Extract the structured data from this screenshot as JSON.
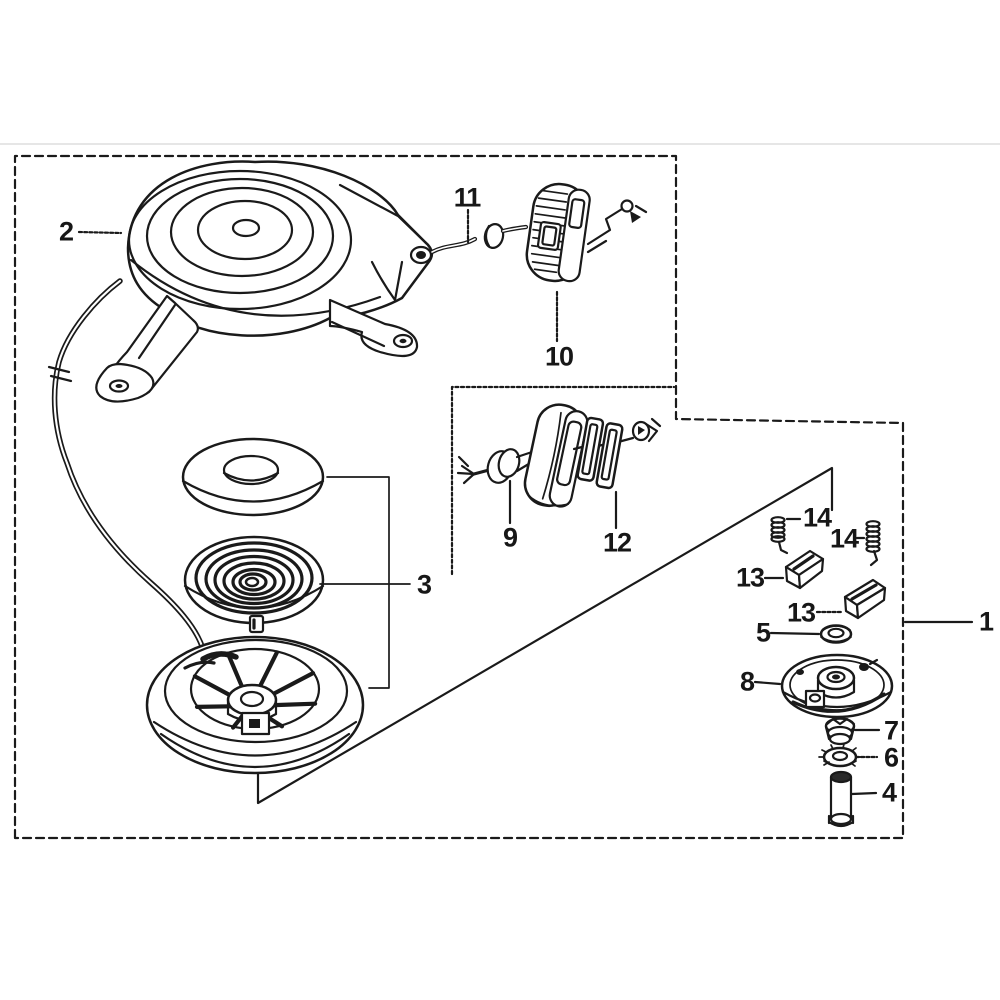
{
  "diagram": {
    "colors": {
      "ink": "#1a1a1a",
      "paper": "#ffffff"
    },
    "callouts": {
      "p1": "1",
      "p2": "2",
      "p3": "3",
      "p4": "4",
      "p5": "5",
      "p6": "6",
      "p7": "7",
      "p8": "8",
      "p9": "9",
      "p10": "10",
      "p11": "11",
      "p12": "12",
      "p13a": "13",
      "p13b": "13",
      "p14a": "14",
      "p14b": "14"
    }
  }
}
